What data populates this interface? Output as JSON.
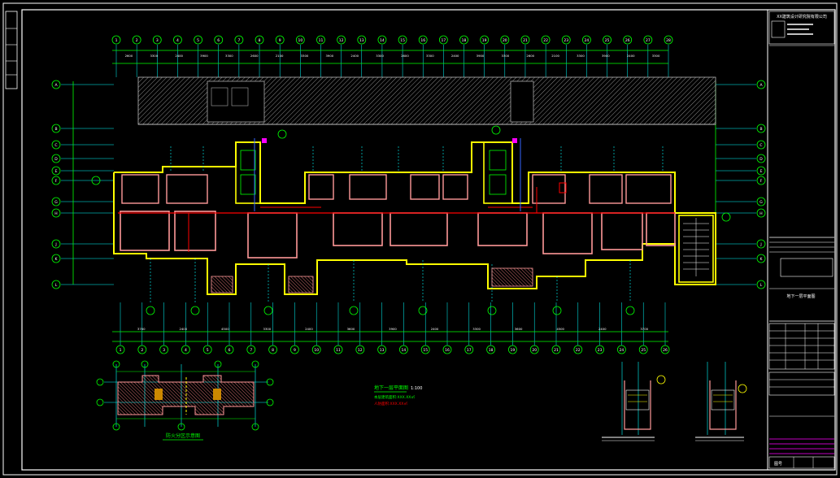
{
  "drawing": {
    "title_block": {
      "company": "XX建筑设计研究院有限公司",
      "drawing_title": "地下一层平面图",
      "sheet_label": "图号"
    },
    "main_plan": {
      "caption": "地下一层平面图",
      "caption_scale": "1:100",
      "note_line_1": "本层建筑面积:XXX.XX㎡",
      "note_line_2": "人防面积:XXX.XX㎡"
    },
    "key_plan": {
      "caption": "防火分区示意图"
    },
    "top_axis_labels": [
      "1",
      "2",
      "3",
      "4",
      "5",
      "6",
      "7",
      "8",
      "9",
      "10",
      "11",
      "12",
      "13",
      "14",
      "15",
      "16",
      "17",
      "18",
      "19",
      "20",
      "21",
      "22",
      "23",
      "24",
      "25",
      "26",
      "27",
      "28"
    ],
    "bottom_axis_labels": [
      "1",
      "2",
      "3",
      "4",
      "5",
      "6",
      "7",
      "8",
      "9",
      "10",
      "11",
      "12",
      "13",
      "14",
      "15",
      "16",
      "17",
      "18",
      "19",
      "20",
      "21",
      "22",
      "23",
      "24",
      "25",
      "26"
    ],
    "left_axis_labels": [
      "A",
      "B",
      "C",
      "D",
      "E",
      "F",
      "G",
      "H",
      "J",
      "K",
      "L"
    ],
    "top_dimensions": [
      "2600",
      "3300",
      "2400",
      "3900",
      "3300",
      "2600",
      "2100",
      "3300",
      "3900",
      "2400",
      "3300",
      "2600",
      "3300",
      "2400",
      "3900",
      "3300",
      "2600",
      "2100",
      "3300",
      "3900",
      "2400",
      "3300"
    ],
    "bottom_dimensions": [
      "3700",
      "2400",
      "4500",
      "3300",
      "2400",
      "3600",
      "3900",
      "2400",
      "3300",
      "3600",
      "4500",
      "2400",
      "3700"
    ],
    "colors": {
      "background": "#000000",
      "wall_yellow": "#ffff00",
      "wall_pink": "#ff9999",
      "axis_cyan": "#00ffff",
      "pipe_red": "#ff0000",
      "dim_green": "#00ff00",
      "hatch_gray": "#808080",
      "frame_white": "#ffffff",
      "accent_magenta": "#ff00ff"
    }
  }
}
